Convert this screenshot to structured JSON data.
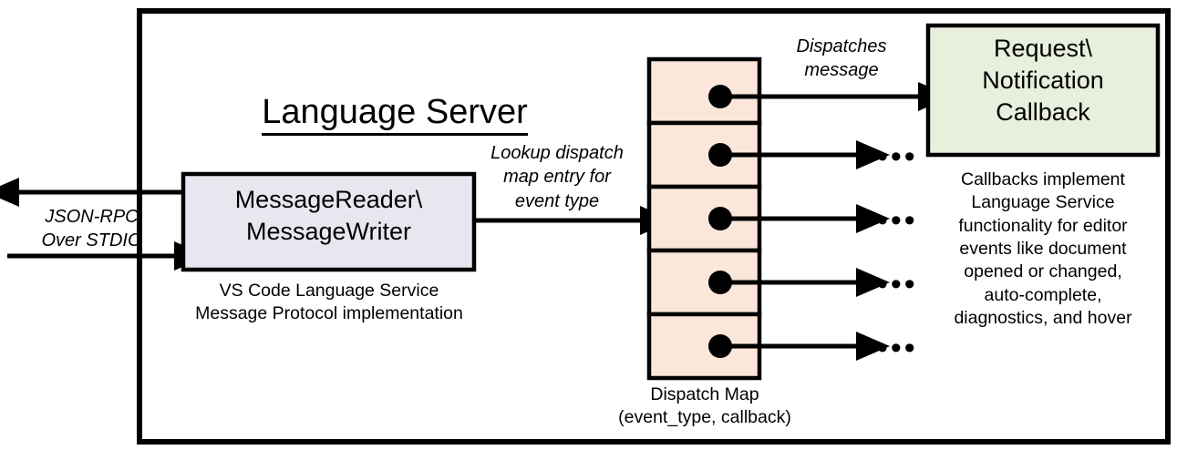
{
  "diagram": {
    "title": "Language Server",
    "container_label": "language-server-boundary",
    "colors": {
      "box_reader_fill": "#EAE6EF",
      "box_dispatch_fill": "#FAE7DA",
      "box_callback_fill": "#E8EFDD",
      "stroke": "#000000",
      "background": "#FFFFFF"
    },
    "external_channel": {
      "label": "JSON-RPC\nOver STDIO",
      "outbound_arrow": "arrow-left-outbound",
      "inbound_arrow": "arrow-right-inbound"
    },
    "message_io": {
      "title": "MessageReader\\\nMessageWriter",
      "caption": "VS Code Language Service\nMessage Protocol implementation"
    },
    "lookup_annotation": "Lookup dispatch\nmap entry for\nevent type",
    "dispatch_map": {
      "caption": "Dispatch Map\n(event_type, callback)",
      "rows": [
        {
          "id": "row-1",
          "marker": "callback-dot",
          "target": "callback-box"
        },
        {
          "id": "row-2",
          "marker": "callback-dot",
          "target": "ellipsis"
        },
        {
          "id": "row-3",
          "marker": "callback-dot",
          "target": "ellipsis"
        },
        {
          "id": "row-4",
          "marker": "callback-dot",
          "target": "ellipsis"
        },
        {
          "id": "row-5",
          "marker": "callback-dot",
          "target": "ellipsis"
        }
      ],
      "ellipsis_glyph": "•••",
      "ellipsis_count": 4
    },
    "dispatch_annotation": "Dispatches\nmessage",
    "callback": {
      "title": "Request\\\nNotification\nCallback",
      "caption": "Callbacks implement\nLanguage Service\nfunctionality for editor\nevents like document\nopened or changed,\nauto-complete,\ndiagnostics, and hover"
    }
  }
}
